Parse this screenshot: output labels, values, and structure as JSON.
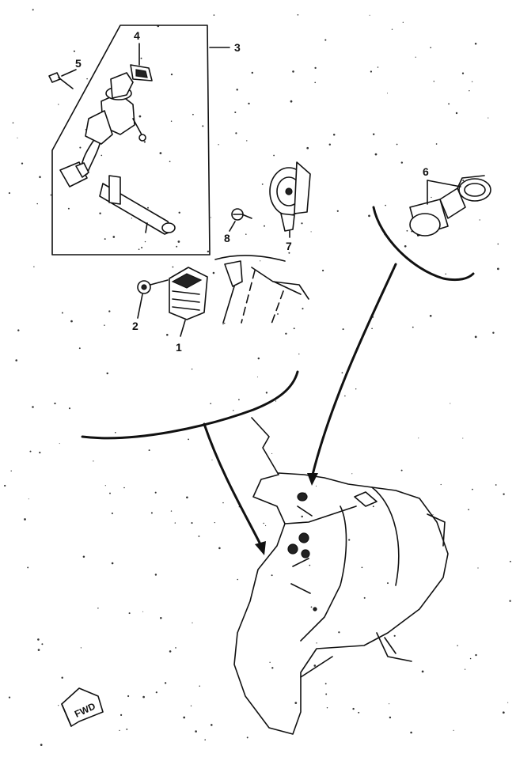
{
  "callouts": {
    "c1": "1",
    "c2": "2",
    "c3": "3",
    "c4": "4",
    "c5": "5",
    "c6": "6",
    "c7": "7",
    "c8": "8"
  },
  "fwd_label": "FWD",
  "parts": [
    {
      "ref": "1",
      "name": "rectifier-regulator"
    },
    {
      "ref": "2",
      "name": "bolt"
    },
    {
      "ref": "3",
      "name": "main-switch-assembly"
    },
    {
      "ref": "4",
      "name": "switch-cap"
    },
    {
      "ref": "5",
      "name": "screw"
    },
    {
      "ref": "6",
      "name": "relay-with-bracket"
    },
    {
      "ref": "7",
      "name": "horn"
    },
    {
      "ref": "8",
      "name": "screw"
    }
  ]
}
